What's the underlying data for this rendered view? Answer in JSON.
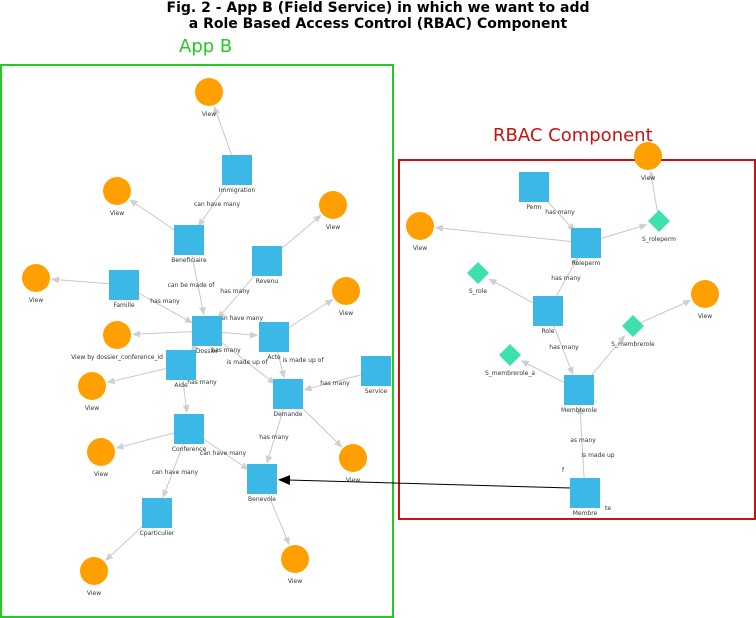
{
  "title": {
    "line1": "Fig. 2 - App B (Field Service) in which we want to add",
    "line2": "a Role Based Access Control (RBAC) Component"
  },
  "panels": {
    "app": {
      "label": "App B",
      "color": "#22cc22"
    },
    "rbac": {
      "label": "RBAC Component",
      "color": "#cc1111"
    }
  },
  "colors": {
    "square": "#3cb8e6",
    "circle": "#ffa000",
    "diamond": "#3fe0b0",
    "edge": "#c8c8c8",
    "arrow": "#000000"
  },
  "nodes": [
    {
      "id": "view_top",
      "shape": "circle",
      "label": "View"
    },
    {
      "id": "immigration",
      "shape": "square",
      "label": "Immigration"
    },
    {
      "id": "view_left1",
      "shape": "circle",
      "label": "View"
    },
    {
      "id": "beneficiaire",
      "shape": "square",
      "label": "Beneficiaire"
    },
    {
      "id": "view_right1",
      "shape": "circle",
      "label": "View"
    },
    {
      "id": "revenu",
      "shape": "square",
      "label": "Revenu"
    },
    {
      "id": "view_farleft",
      "shape": "circle",
      "label": "View"
    },
    {
      "id": "famille",
      "shape": "square",
      "label": "Famille"
    },
    {
      "id": "view_right2",
      "shape": "circle",
      "label": "View"
    },
    {
      "id": "view_dossier",
      "shape": "circle",
      "label": "View by dossier_conference_id"
    },
    {
      "id": "dossier",
      "shape": "square",
      "label": "Dossier"
    },
    {
      "id": "acte",
      "shape": "square",
      "label": "Acte"
    },
    {
      "id": "aide",
      "shape": "square",
      "label": "Aide"
    },
    {
      "id": "view_left3",
      "shape": "circle",
      "label": "View"
    },
    {
      "id": "service",
      "shape": "square",
      "label": "Service"
    },
    {
      "id": "demande",
      "shape": "square",
      "label": "Demande"
    },
    {
      "id": "conference",
      "shape": "square",
      "label": "Conference"
    },
    {
      "id": "view_left4",
      "shape": "circle",
      "label": "View"
    },
    {
      "id": "view_right4",
      "shape": "circle",
      "label": "View"
    },
    {
      "id": "benevole",
      "shape": "square",
      "label": "Benevole"
    },
    {
      "id": "cparticulier",
      "shape": "square",
      "label": "Cparticulier"
    },
    {
      "id": "view_bottom1",
      "shape": "circle",
      "label": "View"
    },
    {
      "id": "view_bottom2",
      "shape": "circle",
      "label": "View"
    },
    {
      "id": "view_r_top",
      "shape": "circle",
      "label": "View"
    },
    {
      "id": "perm",
      "shape": "square",
      "label": "Perm"
    },
    {
      "id": "s_roleperm",
      "shape": "diamond",
      "label": "S_roleperm"
    },
    {
      "id": "view_r_left",
      "shape": "circle",
      "label": "View"
    },
    {
      "id": "roleperm",
      "shape": "square",
      "label": "Roleperm"
    },
    {
      "id": "s_role",
      "shape": "diamond",
      "label": "S_role"
    },
    {
      "id": "view_r_right",
      "shape": "circle",
      "label": "View"
    },
    {
      "id": "role",
      "shape": "square",
      "label": "Role"
    },
    {
      "id": "s_membrerole",
      "shape": "diamond",
      "label": "S_membrerole"
    },
    {
      "id": "s_membrerole_a",
      "shape": "diamond",
      "label": "S_membrerole_a"
    },
    {
      "id": "membrerole",
      "shape": "square",
      "label": "Membrerole"
    },
    {
      "id": "membre",
      "shape": "square",
      "label": "Membre"
    }
  ],
  "edges": [
    {
      "from": "immigration",
      "to": "view_top"
    },
    {
      "from": "immigration",
      "to": "beneficiaire",
      "label": "can have many"
    },
    {
      "from": "beneficiaire",
      "to": "view_left1"
    },
    {
      "from": "beneficiaire",
      "to": "dossier",
      "label": "can be made of"
    },
    {
      "from": "revenu",
      "to": "view_right1"
    },
    {
      "from": "revenu",
      "to": "dossier",
      "label": "has many"
    },
    {
      "from": "famille",
      "to": "view_farleft"
    },
    {
      "from": "famille",
      "to": "dossier",
      "label": "has many"
    },
    {
      "from": "dossier",
      "to": "view_dossier"
    },
    {
      "from": "dossier",
      "to": "acte",
      "label": "can have many"
    },
    {
      "from": "dossier",
      "to": "aide",
      "label": "has many"
    },
    {
      "from": "acte",
      "to": "view_right2"
    },
    {
      "from": "acte",
      "to": "demande",
      "label": "is made up of"
    },
    {
      "from": "dossier",
      "to": "demande",
      "label": "is made up of"
    },
    {
      "from": "aide",
      "to": "view_left3"
    },
    {
      "from": "aide",
      "to": "conference",
      "label": "has many"
    },
    {
      "from": "service",
      "to": "demande",
      "label": "has many"
    },
    {
      "from": "demande",
      "to": "view_right4"
    },
    {
      "from": "demande",
      "to": "benevole",
      "label": "has many"
    },
    {
      "from": "conference",
      "to": "view_left4"
    },
    {
      "from": "conference",
      "to": "benevole",
      "label": "can have many"
    },
    {
      "from": "conference",
      "to": "cparticulier",
      "label": "can have many"
    },
    {
      "from": "cparticulier",
      "to": "view_bottom1"
    },
    {
      "from": "benevole",
      "to": "view_bottom2"
    },
    {
      "from": "s_roleperm",
      "to": "view_r_top"
    },
    {
      "from": "perm",
      "to": "roleperm",
      "label": "has many"
    },
    {
      "from": "roleperm",
      "to": "s_roleperm"
    },
    {
      "from": "roleperm",
      "to": "view_r_left"
    },
    {
      "from": "role",
      "to": "s_role"
    },
    {
      "from": "role",
      "to": "roleperm",
      "label": "has many"
    },
    {
      "from": "membrerole",
      "to": "s_membrerole"
    },
    {
      "from": "s_membrerole",
      "to": "view_r_right"
    },
    {
      "from": "membrerole",
      "to": "s_membrerole_a"
    },
    {
      "from": "role",
      "to": "membrerole",
      "label": "has many"
    },
    {
      "from": "membre",
      "to": "membrerole",
      "label": "as many"
    },
    {
      "from": "membre",
      "to": "membrerole",
      "label": "is made up"
    },
    {
      "from": "membre",
      "to": "benevole",
      "arrow": true
    }
  ],
  "stray_labels": [
    "f",
    "te"
  ]
}
